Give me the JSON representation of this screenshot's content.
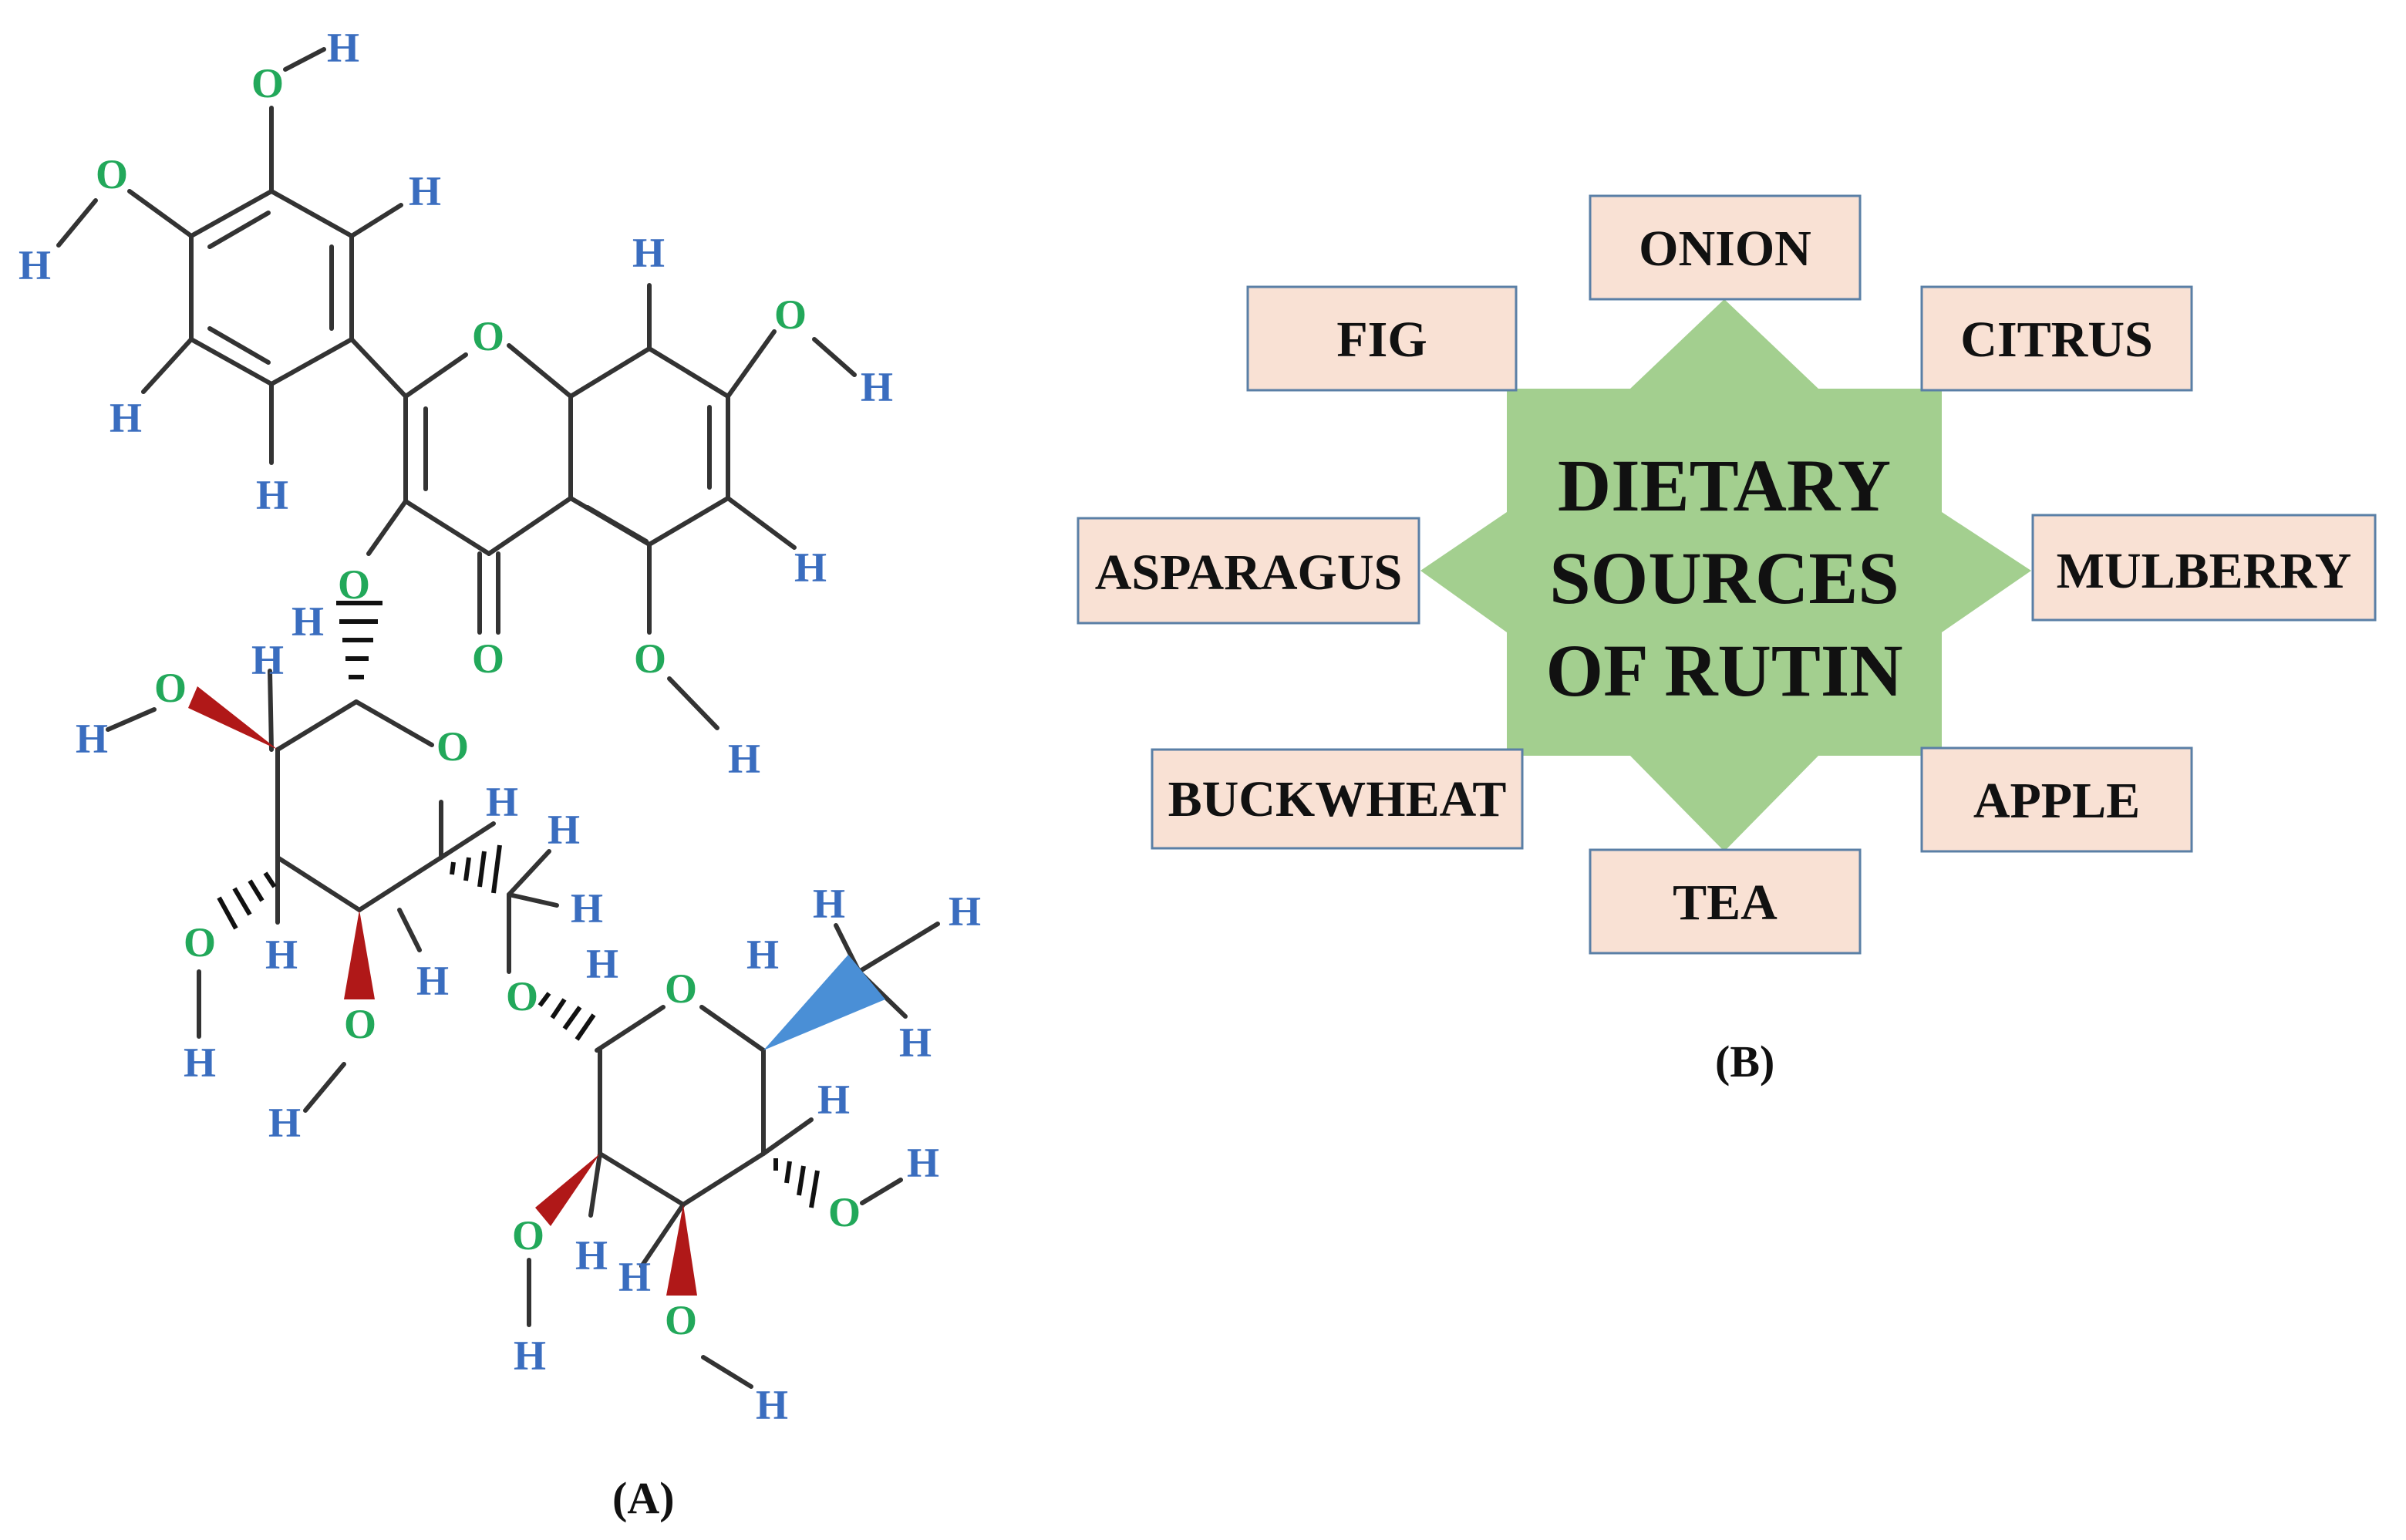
{
  "panel_a": {
    "label": "(A)",
    "atoms": {
      "oxygen": "O",
      "hydrogen": "H"
    },
    "colors": {
      "oxygen": "#22a85a",
      "hydrogen": "#3a6dbf",
      "wedge_red": "#b01818",
      "wedge_blue": "#4a8fd6",
      "bond": "#333333"
    }
  },
  "panel_b": {
    "label": "(B)",
    "center": {
      "line1": "DIETARY",
      "line2": "SOURCES",
      "line3": "OF RUTIN"
    },
    "sources": {
      "onion": "ONION",
      "fig": "FIG",
      "citrus": "CITRUS",
      "asparagus": "ASPARAGUS",
      "mulberry": "MULBERRY",
      "buckwheat": "BUCKWHEAT",
      "apple": "APPLE",
      "tea": "TEA"
    },
    "colors": {
      "star": "#a3cf8f",
      "box_fill": "#f9e1d4",
      "box_border": "#5a7fa6"
    }
  }
}
